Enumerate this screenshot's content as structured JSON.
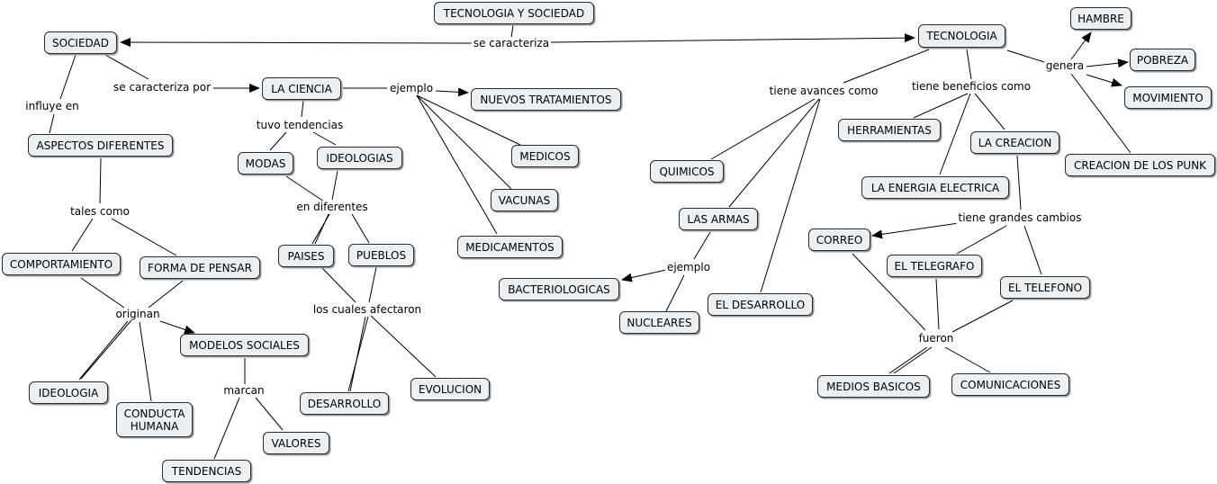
{
  "nodes": {
    "tecsoc": "TECNOLOGIA Y SOCIEDAD",
    "sociedad": "SOCIEDAD",
    "tecnologia": "TECNOLOGIA",
    "ciencia": "LA CIENCIA",
    "nuevos_tratamientos": "NUEVOS TRATAMIENTOS",
    "medicos": "MEDICOS",
    "vacunas": "VACUNAS",
    "medicamentos": "MEDICAMENTOS",
    "modas": "MODAS",
    "ideologias": "IDEOLOGIAS",
    "paises": "PAISES",
    "pueblos": "PUEBLOS",
    "desarrollo1": "DESARROLLO",
    "evolucion": "EVOLUCION",
    "aspectos": "ASPECTOS DIFERENTES",
    "comportamiento": "COMPORTAMIENTO",
    "forma_pensar": "FORMA DE PENSAR",
    "modelos": "MODELOS SOCIALES",
    "ideologia": "IDEOLOGIA",
    "conducta": "CONDUCTA\nHUMANA",
    "valores": "VALORES",
    "tendencias": "TENDENCIAS",
    "quimicos": "QUIMICOS",
    "armas": "LAS ARMAS",
    "bacteriologicas": "BACTERIOLOGICAS",
    "nucleares": "NUCLEARES",
    "el_desarrollo": "EL DESARROLLO",
    "herramientas": "HERRAMIENTAS",
    "energia": "LA ENERGIA ELECTRICA",
    "creacion": "LA CREACION",
    "hambre": "HAMBRE",
    "pobreza": "POBREZA",
    "movimiento": "MOVIMIENTO",
    "punk": "CREACION DE LOS PUNK",
    "correo": "CORREO",
    "telegrafo": "EL TELEGRAFO",
    "telefono": "EL TELEFONO",
    "medios": "MEDIOS BASICOS",
    "comunicaciones": "COMUNICACIONES"
  },
  "links": {
    "se_caracteriza": "se caracteriza",
    "se_caracteriza_por": "se caracteriza por",
    "influye_en": "influye en",
    "tales_como": "tales como",
    "originan": "originan",
    "marcan": "marcan",
    "ejemplo1": "ejemplo",
    "tuvo_tendencias": "tuvo tendencias",
    "en_diferentes": "en diferentes",
    "los_cuales_afectaron": "los cuales afectaron",
    "tiene_avances_como": "tiene avances como",
    "ejemplo2": "ejemplo",
    "tiene_beneficios_como": "tiene beneficios como",
    "genera": "genera",
    "tiene_grandes_cambios": "tiene grandes cambios",
    "fueron": "fueron"
  },
  "colors": {
    "node_fill": "#eaf0f4",
    "node_border": "#2b2b2b",
    "line": "#000000"
  }
}
